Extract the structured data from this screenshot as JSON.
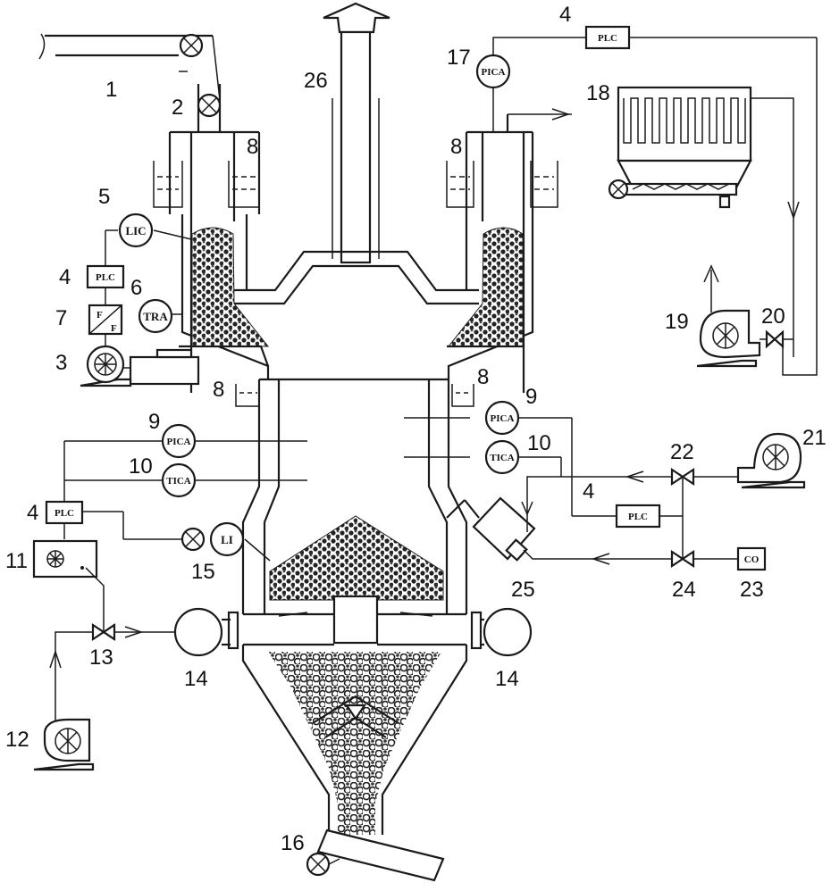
{
  "numbers": {
    "n1": "1",
    "n2": "2",
    "n3": "3",
    "n4": "4",
    "n5": "5",
    "n6": "6",
    "n7": "7",
    "n8": "8",
    "n9": "9",
    "n10": "10",
    "n11": "11",
    "n12": "12",
    "n13": "13",
    "n14": "14",
    "n15": "15",
    "n16": "16",
    "n17": "17",
    "n18": "18",
    "n19": "19",
    "n20": "20",
    "n21": "21",
    "n22": "22",
    "n23": "23",
    "n24": "24",
    "n25": "25",
    "n26": "26"
  },
  "tags": {
    "plc": "PLC",
    "lic": "LIC",
    "tra": "TRA",
    "pica": "PICA",
    "tica": "TICA",
    "li": "LI",
    "co": "CO",
    "freq_f": "F"
  },
  "colors": {
    "line": "#1a1a1a",
    "fill": "#ffffff",
    "pellet": "#333333"
  }
}
